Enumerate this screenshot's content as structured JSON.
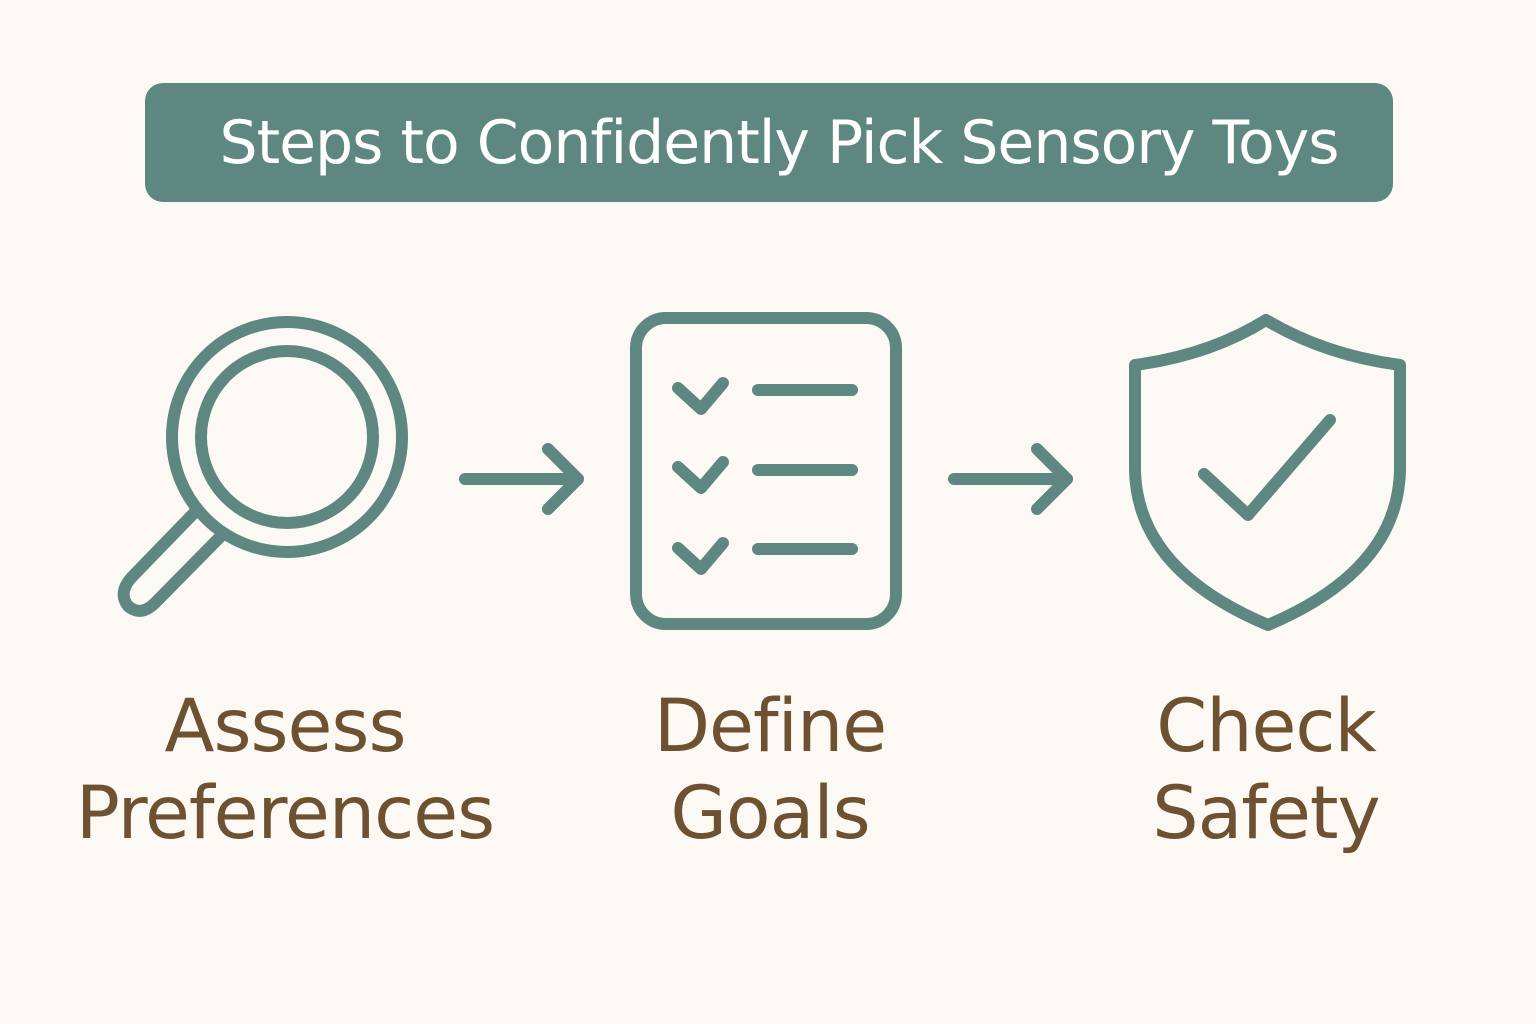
{
  "header": {
    "title": "Steps to Confidently Pick Sensory Toys"
  },
  "colors": {
    "background": "#fcf9f5",
    "accent": "#5f8782",
    "label_text": "#6e5130",
    "title_text": "#ffffff"
  },
  "steps": [
    {
      "icon": "magnifying-glass-icon",
      "line1": "Assess",
      "line2": "Preferences"
    },
    {
      "icon": "checklist-icon",
      "line1": "Define",
      "line2": "Goals"
    },
    {
      "icon": "shield-check-icon",
      "line1": "Check",
      "line2": "Safety"
    }
  ],
  "connectors": [
    "arrow-right-icon",
    "arrow-right-icon"
  ]
}
